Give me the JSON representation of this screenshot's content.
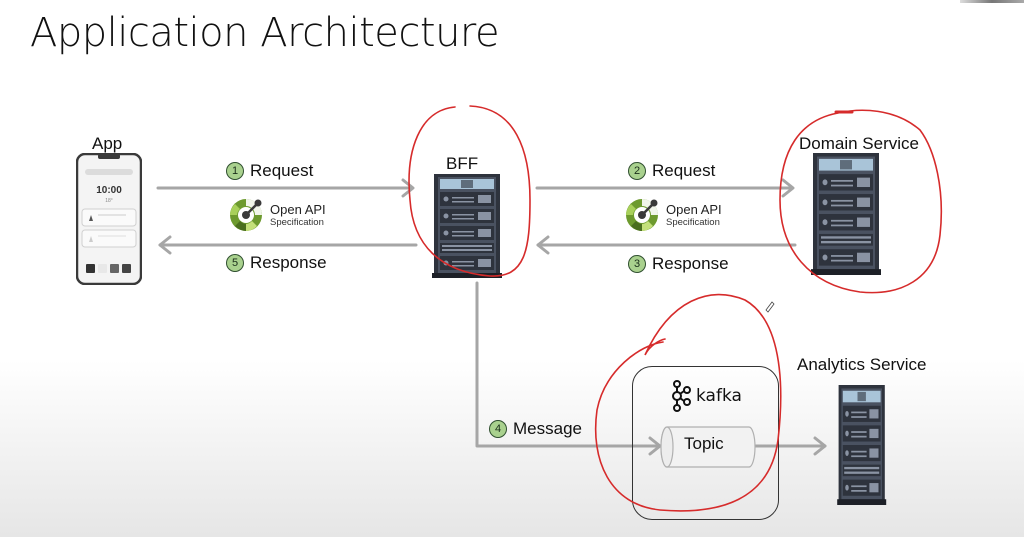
{
  "title": "Application Architecture",
  "nodes": {
    "app": {
      "label": "App",
      "phone_time": "10:00",
      "phone_date": "18°"
    },
    "bff": {
      "label": "BFF"
    },
    "domain": {
      "label": "Domain Service"
    },
    "analytics": {
      "label": "Analytics Service"
    },
    "kafka": {
      "label": "kafka",
      "topic": "Topic"
    }
  },
  "edges": [
    {
      "step": "1",
      "label": "Request"
    },
    {
      "step": "5",
      "label": "Response"
    },
    {
      "step": "2",
      "label": "Request"
    },
    {
      "step": "3",
      "label": "Response"
    },
    {
      "step": "4",
      "label": "Message"
    }
  ],
  "openapi": {
    "line1": "Open API",
    "line2": "Specification"
  },
  "colors": {
    "arrow": "#a6a6a6",
    "annotation": "#d62b2b",
    "step_badge": "#a9d18e",
    "server_body": "#3a4150",
    "server_panel": "#a9c4d8"
  }
}
